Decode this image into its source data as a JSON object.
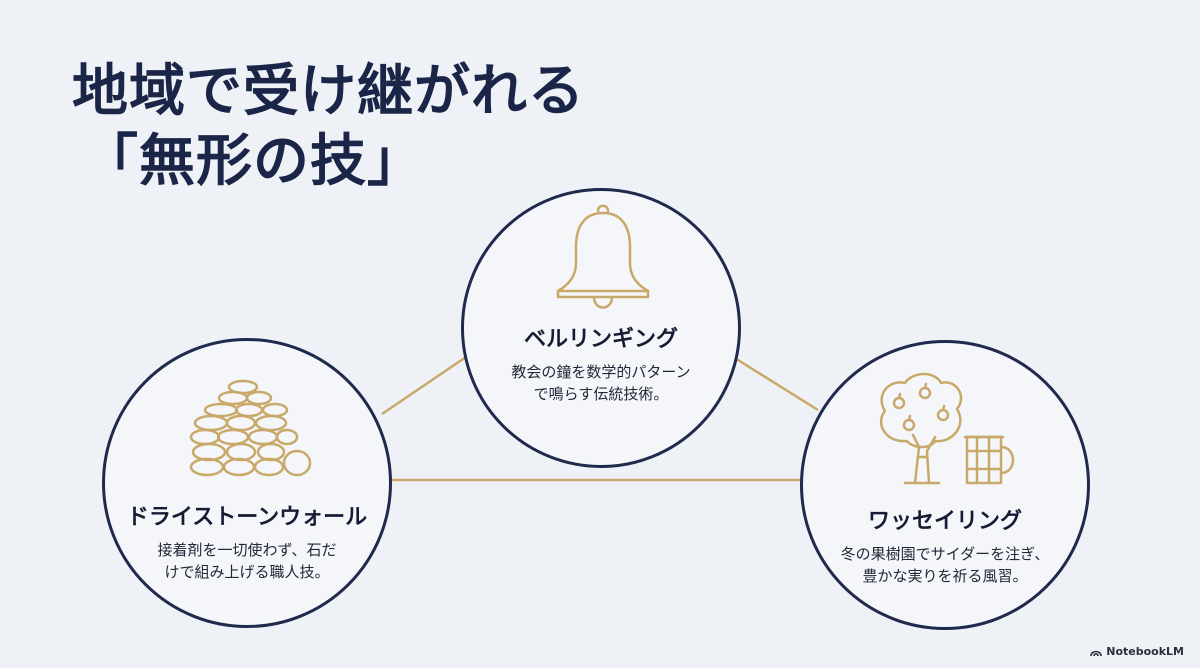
{
  "title": {
    "line1": "地域で受け継がれる",
    "line2": "「無形の技」"
  },
  "nodes": {
    "bell_ringing": {
      "icon": "bell-icon",
      "name": "ベルリンギング",
      "desc_line1": "教会の鐘を数学的パターン",
      "desc_line2": "で鳴らす伝統技術。"
    },
    "dry_stone_wall": {
      "icon": "stone-wall-icon",
      "name": "ドライストーンウォール",
      "desc_line1": "接着剤を一切使わず、石だ",
      "desc_line2": "けで組み上げる職人技。"
    },
    "wassailing": {
      "icon": "apple-tree-cider-icon",
      "name": "ワッセイリング",
      "desc_line1": "冬の果樹園でサイダーを注ぎ、",
      "desc_line2": "豊かな実りを祈る風習。"
    }
  },
  "watermark": "NotebookLM",
  "colors": {
    "background": "#eef1f6",
    "navy": "#1f2a4d",
    "gold": "#c9a96a"
  }
}
